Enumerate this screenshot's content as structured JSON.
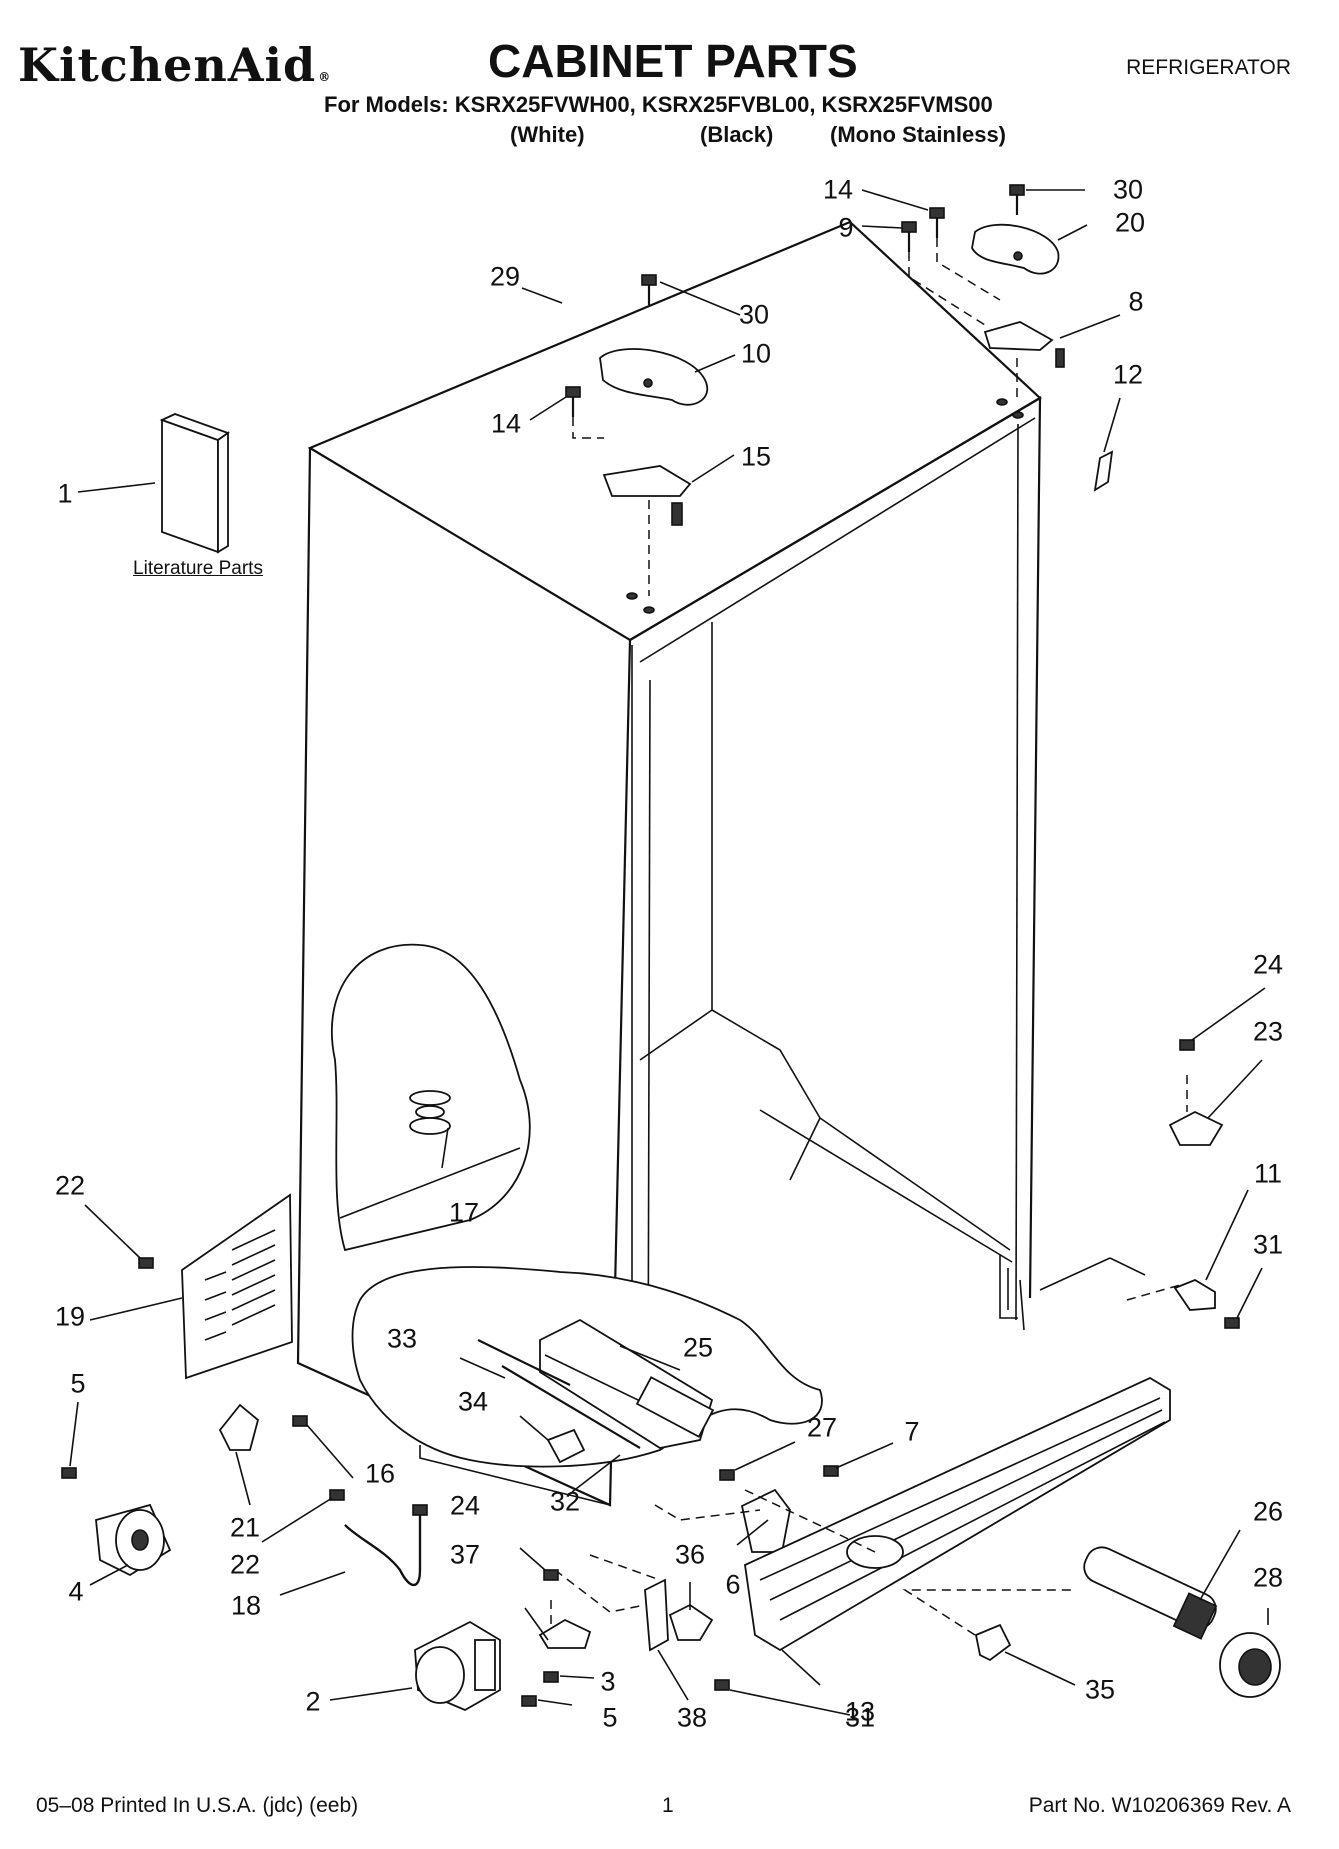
{
  "header": {
    "brand": "KitchenAid",
    "registered_mark": "®",
    "title": "CABINET PARTS",
    "appliance": "REFRIGERATOR",
    "models_line": "For Models: KSRX25FVWH00, KSRX25FVBL00, KSRX25FVMS00",
    "variants": [
      "(White)",
      "(Black)",
      "(Mono Stainless)"
    ]
  },
  "diagram": {
    "literature_label": "Literature Parts",
    "callouts": [
      "1",
      "2",
      "3",
      "4",
      "5",
      "5",
      "6",
      "7",
      "8",
      "9",
      "10",
      "11",
      "12",
      "13",
      "14",
      "14",
      "15",
      "16",
      "17",
      "18",
      "19",
      "20",
      "21",
      "22",
      "22",
      "23",
      "24",
      "24",
      "25",
      "26",
      "27",
      "28",
      "29",
      "30",
      "30",
      "31",
      "31",
      "32",
      "33",
      "34",
      "35",
      "36",
      "37",
      "38"
    ]
  },
  "footer": {
    "print_info": "05–08 Printed In U.S.A. (jdc) (eeb)",
    "page": "1",
    "part_no": "Part No. W10206369 Rev. A"
  }
}
